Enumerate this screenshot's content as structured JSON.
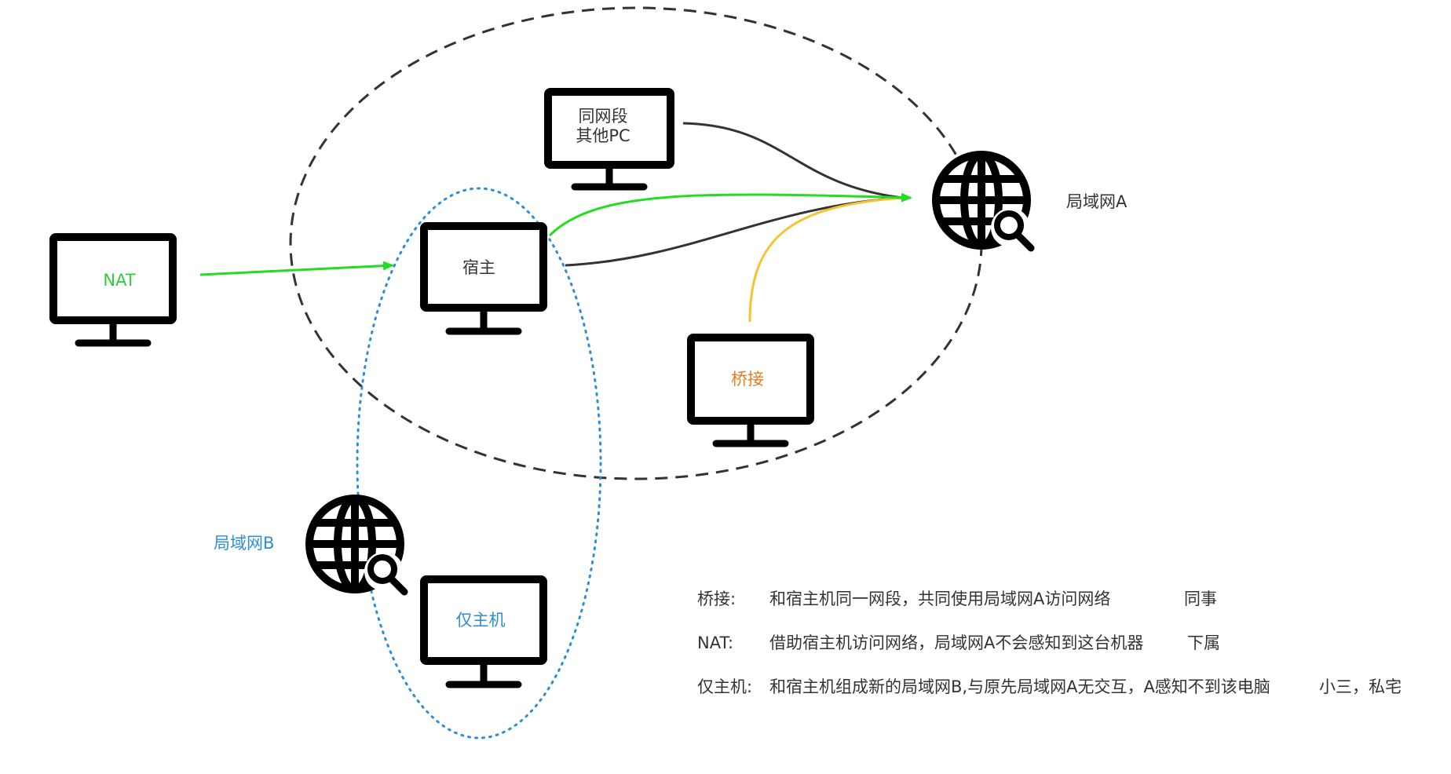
{
  "colors": {
    "nat": "#2ecc40",
    "bridge": "#e67e22",
    "host_only": "#2c8fd6",
    "dashed_ellipse": "#333333",
    "dotted_ellipse": "#2c8fd6",
    "green_arrow": "#22dd22",
    "yellow_line": "#f4c430",
    "dark_line": "#333333"
  },
  "nodes": {
    "nat": {
      "label": "NAT",
      "icon": "monitor-icon"
    },
    "host": {
      "label": "宿主",
      "icon": "monitor-icon"
    },
    "same_segment": {
      "line1": "同网段",
      "line2": "其他PC",
      "icon": "monitor-icon"
    },
    "bridge": {
      "label": "桥接",
      "icon": "monitor-icon"
    },
    "host_only": {
      "label": "仅主机",
      "icon": "monitor-icon"
    }
  },
  "networks": {
    "lan_a": {
      "label": "局域网A",
      "icon": "globe-search-icon"
    },
    "lan_b": {
      "label": "局域网B",
      "icon": "globe-search-icon"
    }
  },
  "descriptions": [
    {
      "term": "桥接:",
      "text": "和宿主机同一网段，共同使用局域网A访问网络",
      "note": "同事"
    },
    {
      "term": "NAT:",
      "text": "借助宿主机访问网络，局域网A不会感知到这台机器",
      "note": "下属"
    },
    {
      "term": "仅主机:",
      "text": "和宿主机组成新的局域网B,与原先局域网A无交互，A感知不到该电脑",
      "note": "小三，私宅"
    }
  ]
}
